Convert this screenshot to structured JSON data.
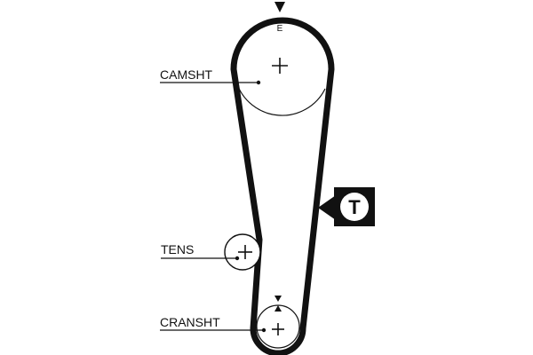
{
  "labels": {
    "camshaft": "CAMSHT",
    "tensioner": "TENS",
    "crankshaft": "CRANSHT",
    "timing_mark": "E",
    "tension_badge": "T"
  },
  "colors": {
    "belt": "#111111",
    "background": "#ffffff",
    "badge": "#111111",
    "badge_letter_bg": "#ffffff"
  },
  "icons": {
    "top_mark": "down-triangle-icon",
    "crank_marks": "up-down-triangle-icon",
    "center_mark": "crosshair-icon",
    "tension_badge": "circled-letter-badge-icon"
  }
}
